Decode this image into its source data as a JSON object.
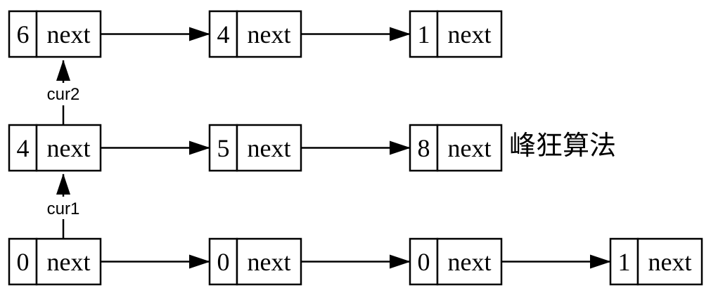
{
  "lists": [
    {
      "name": "row-top",
      "nodes": [
        {
          "value": "6",
          "field": "next"
        },
        {
          "value": "4",
          "field": "next"
        },
        {
          "value": "1",
          "field": "next"
        }
      ]
    },
    {
      "name": "row-middle",
      "nodes": [
        {
          "value": "4",
          "field": "next"
        },
        {
          "value": "5",
          "field": "next"
        },
        {
          "value": "8",
          "field": "next"
        }
      ]
    },
    {
      "name": "row-bottom",
      "nodes": [
        {
          "value": "0",
          "field": "next"
        },
        {
          "value": "0",
          "field": "next"
        },
        {
          "value": "0",
          "field": "next"
        },
        {
          "value": "1",
          "field": "next"
        }
      ]
    }
  ],
  "pointers": {
    "cur2": "cur2",
    "cur1": "cur1"
  },
  "watermark": "峰狂算法"
}
